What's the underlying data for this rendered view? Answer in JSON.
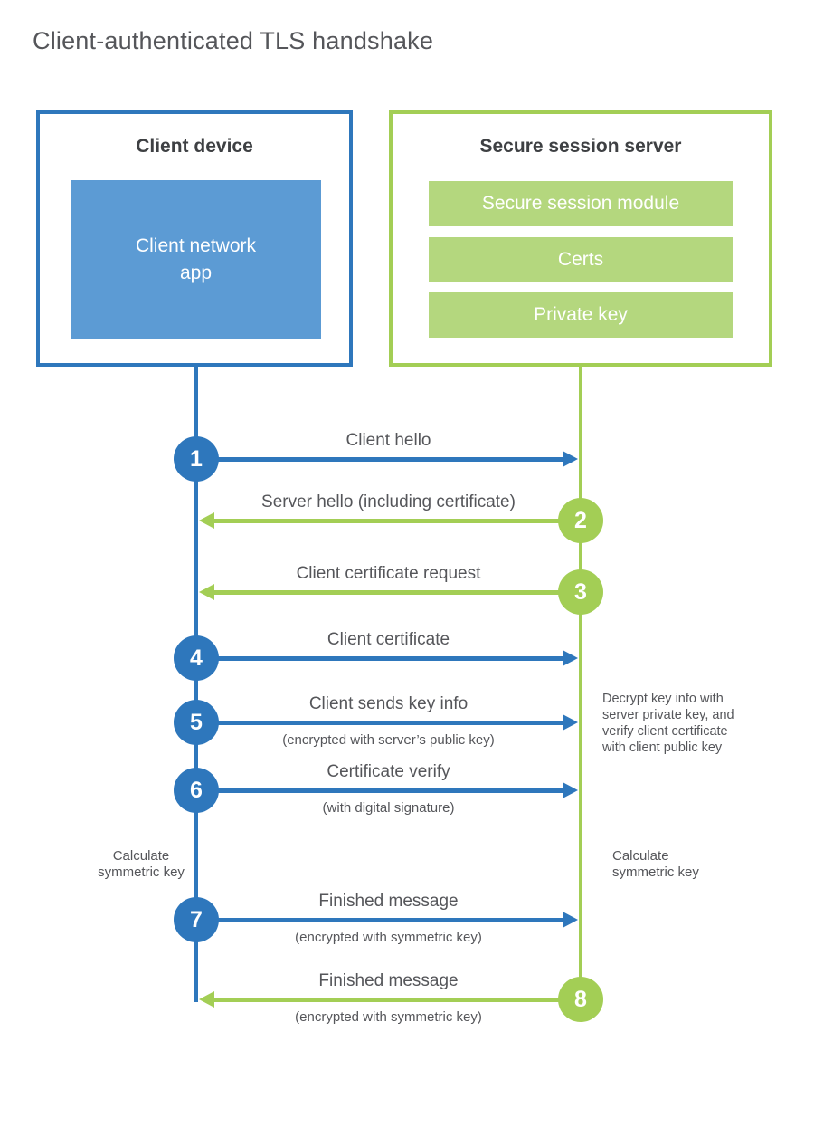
{
  "title": "Client-authenticated TLS handshake",
  "colors": {
    "blue_stroke": "#2E77BC",
    "blue_fill": "#5C9BD4",
    "green_stroke": "#A3CE55",
    "green_fill": "#B4D77E",
    "text_gray": "#55565A",
    "heading_dark": "#3E4043"
  },
  "client": {
    "title": "Client device",
    "app_label": "Client network app"
  },
  "server": {
    "title": "Secure session server",
    "modules": [
      "Secure session module",
      "Certs",
      "Private key"
    ]
  },
  "messages": [
    {
      "num": "1",
      "from": "client",
      "to": "server",
      "label": "Client hello",
      "sub": ""
    },
    {
      "num": "2",
      "from": "server",
      "to": "client",
      "label": "Server hello (including certificate)",
      "sub": ""
    },
    {
      "num": "3",
      "from": "server",
      "to": "client",
      "label": "Client certificate request",
      "sub": ""
    },
    {
      "num": "4",
      "from": "client",
      "to": "server",
      "label": "Client certificate",
      "sub": ""
    },
    {
      "num": "5",
      "from": "client",
      "to": "server",
      "label": "Client sends key info",
      "sub": "(encrypted with server’s public key)"
    },
    {
      "num": "6",
      "from": "client",
      "to": "server",
      "label": "Certificate verify",
      "sub": "(with digital signature)"
    },
    {
      "num": "7",
      "from": "client",
      "to": "server",
      "label": "Finished message",
      "sub": "(encrypted with symmetric key)"
    },
    {
      "num": "8",
      "from": "server",
      "to": "client",
      "label": "Finished message",
      "sub": "(encrypted with symmetric key)"
    }
  ],
  "notes": {
    "decrypt": "Decrypt key info with server private key, and verify client certificate with client public key",
    "calc_left": "Calculate symmetric key",
    "calc_right": "Calculate symmetric key"
  }
}
